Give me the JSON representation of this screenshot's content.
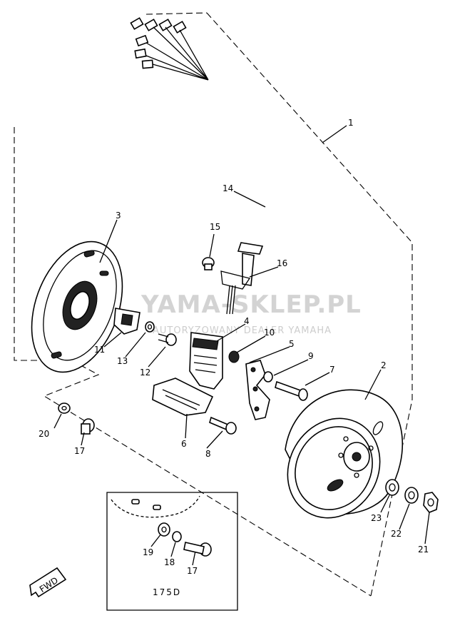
{
  "watermark": {
    "brand": "YAMA-SKLEP.PL",
    "tagline": "AUTORYZOWANY DEALER YAMAHA"
  },
  "callouts": [
    "1",
    "2",
    "3",
    "4",
    "5",
    "6",
    "7",
    "8",
    "9",
    "10",
    "11",
    "12",
    "13",
    "14",
    "15",
    "16",
    "17",
    "20",
    "17",
    "19",
    "18",
    "17",
    "21",
    "22",
    "23"
  ],
  "inset_caption": "175D",
  "direction_marker": "FWD"
}
